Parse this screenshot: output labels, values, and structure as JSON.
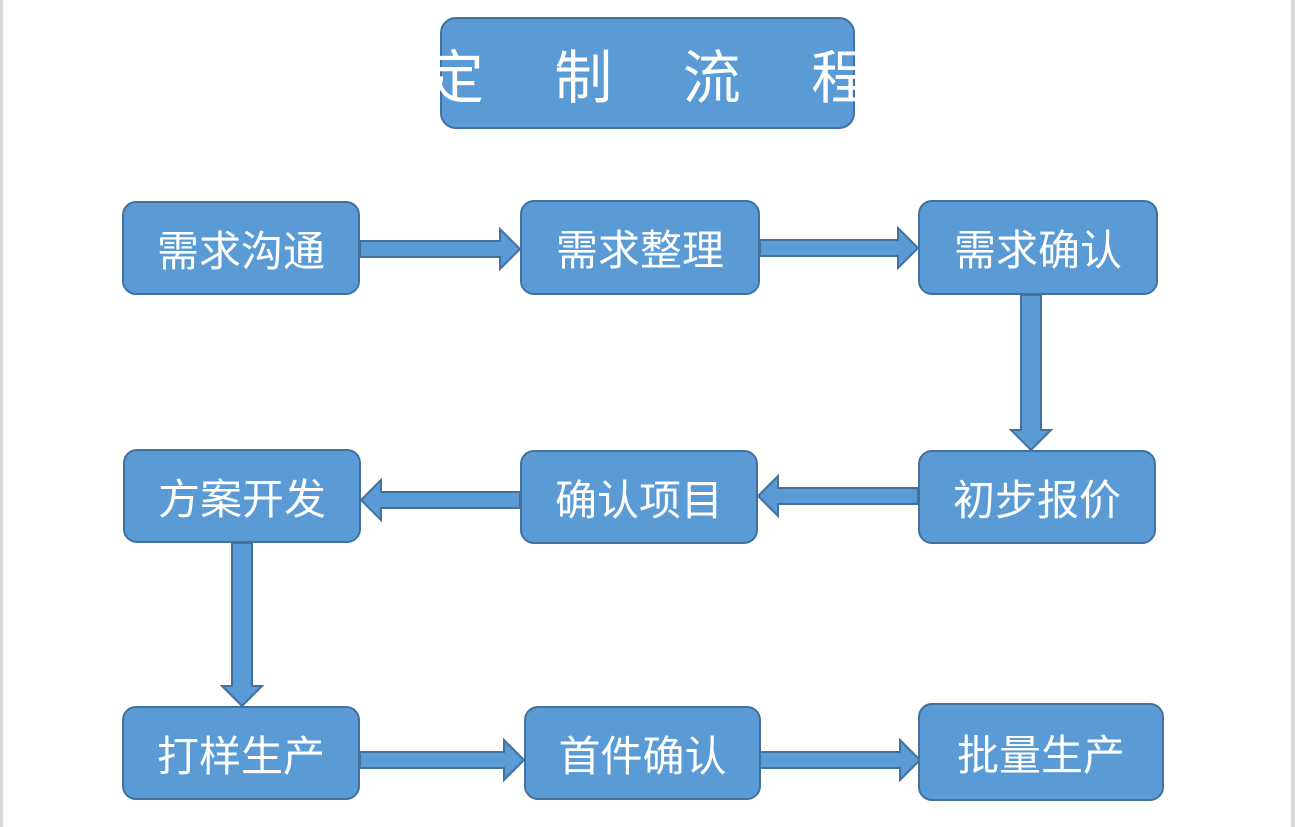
{
  "title": "定 制 流 程",
  "steps": [
    {
      "label": "需求沟通"
    },
    {
      "label": "需求整理"
    },
    {
      "label": "需求确认"
    },
    {
      "label": "初步报价"
    },
    {
      "label": "确认项目"
    },
    {
      "label": "方案开发"
    },
    {
      "label": "打样生产"
    },
    {
      "label": "首件确认"
    },
    {
      "label": "批量生产"
    }
  ],
  "colors": {
    "box_fill": "#5b9bd5",
    "box_border": "#41719c",
    "text": "#ffffff"
  }
}
